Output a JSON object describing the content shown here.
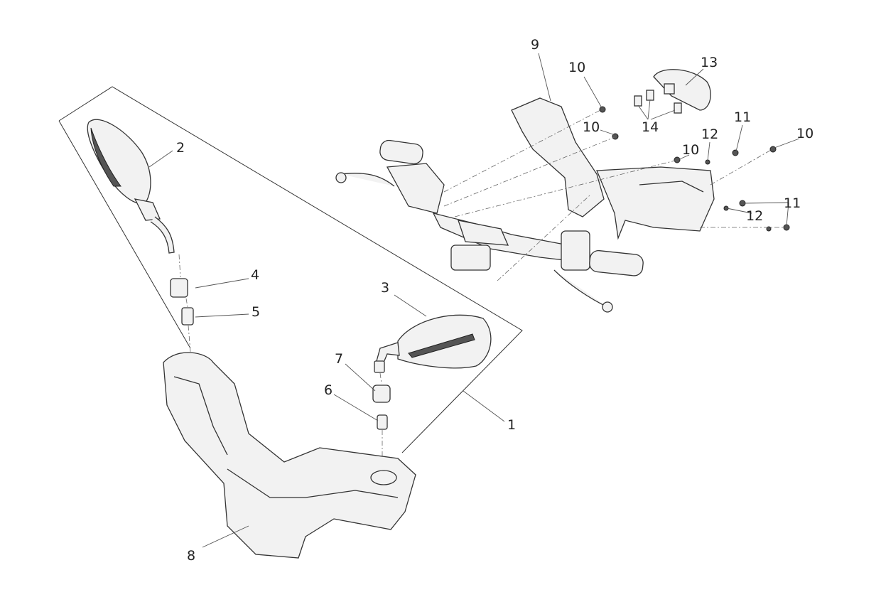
{
  "diagram": {
    "type": "exploded parts diagram",
    "callouts": [
      {
        "id": "1",
        "label": "1"
      },
      {
        "id": "2",
        "label": "2"
      },
      {
        "id": "3",
        "label": "3"
      },
      {
        "id": "4",
        "label": "4"
      },
      {
        "id": "5",
        "label": "5"
      },
      {
        "id": "6",
        "label": "6"
      },
      {
        "id": "7",
        "label": "7"
      },
      {
        "id": "8",
        "label": "8"
      },
      {
        "id": "9",
        "label": "9"
      },
      {
        "id": "10a",
        "label": "10"
      },
      {
        "id": "10b",
        "label": "10"
      },
      {
        "id": "10c",
        "label": "10"
      },
      {
        "id": "10d",
        "label": "10"
      },
      {
        "id": "11a",
        "label": "11"
      },
      {
        "id": "11b",
        "label": "11"
      },
      {
        "id": "12a",
        "label": "12"
      },
      {
        "id": "12b",
        "label": "12"
      },
      {
        "id": "13",
        "label": "13"
      },
      {
        "id": "14",
        "label": "14"
      }
    ]
  }
}
